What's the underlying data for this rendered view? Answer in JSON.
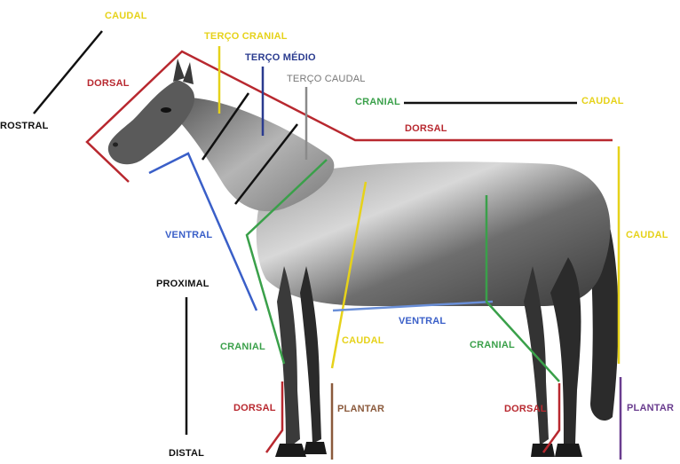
{
  "labels": {
    "rostral": "ROSTRAL",
    "caudal_top": "CAUDAL",
    "dorsal_head": "DORSAL",
    "terco_cranial": "TERÇO CRANIAL",
    "terco_medio": "TERÇO MÉDIO",
    "terco_caudal": "TERÇO CAUDAL",
    "cranial_axis": "CRANIAL",
    "caudal_axis": "CAUDAL",
    "dorsal_back": "DORSAL",
    "ventral_neck": "VENTRAL",
    "caudal_rear": "CAUDAL",
    "proximal": "PROXIMAL",
    "ventral_belly": "VENTRAL",
    "cranial_foreleg": "CRANIAL",
    "caudal_foreleg": "CAUDAL",
    "cranial_hindleg": "CRANIAL",
    "dorsal_forefoot": "DORSAL",
    "plantar_fore": "PLANTAR",
    "dorsal_hindfoot": "DORSAL",
    "plantar_hind": "PLANTAR",
    "distal": "DISTAL"
  },
  "colors": {
    "red": "#b8282f",
    "yellow": "#e6d21a",
    "blue": "#3a5fc8",
    "navy": "#2a3b8f",
    "green": "#3aa04a",
    "gray": "#8a8a8a",
    "black": "#111111",
    "brown": "#8b5a3c",
    "purple": "#6a3d8f",
    "light_blue": "#6a8fd8"
  }
}
